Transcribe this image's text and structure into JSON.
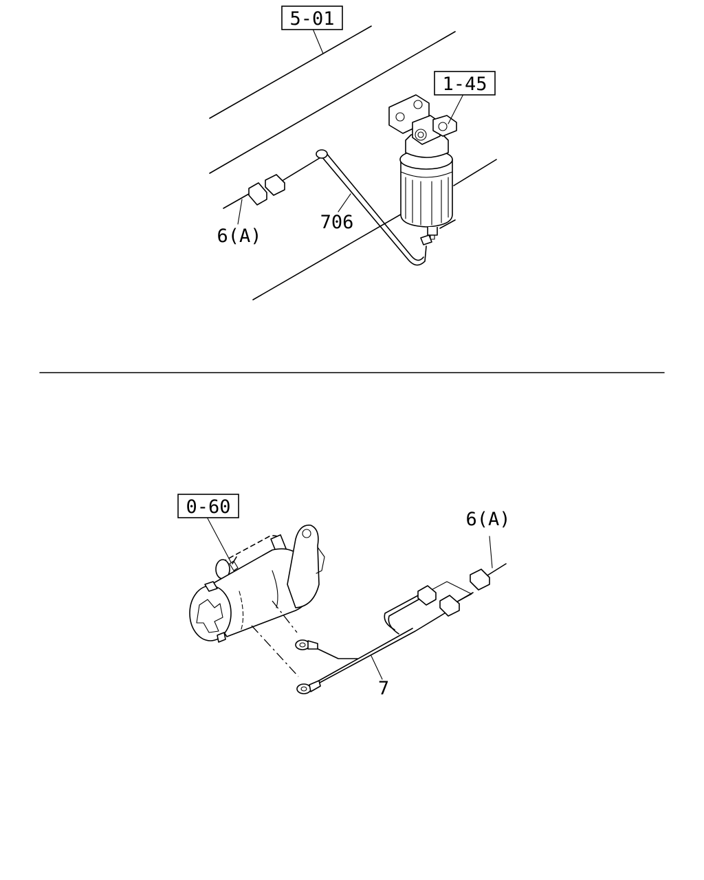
{
  "labels": {
    "ref_top": "5-01",
    "ref_filter": "1-45",
    "part_706": "706",
    "part_6a_top": "6(A)",
    "ref_starter": "0-60",
    "part_6a_bottom": "6(A)",
    "part_7": "7"
  },
  "colors": {
    "ink": "#000000",
    "paper": "#ffffff"
  }
}
